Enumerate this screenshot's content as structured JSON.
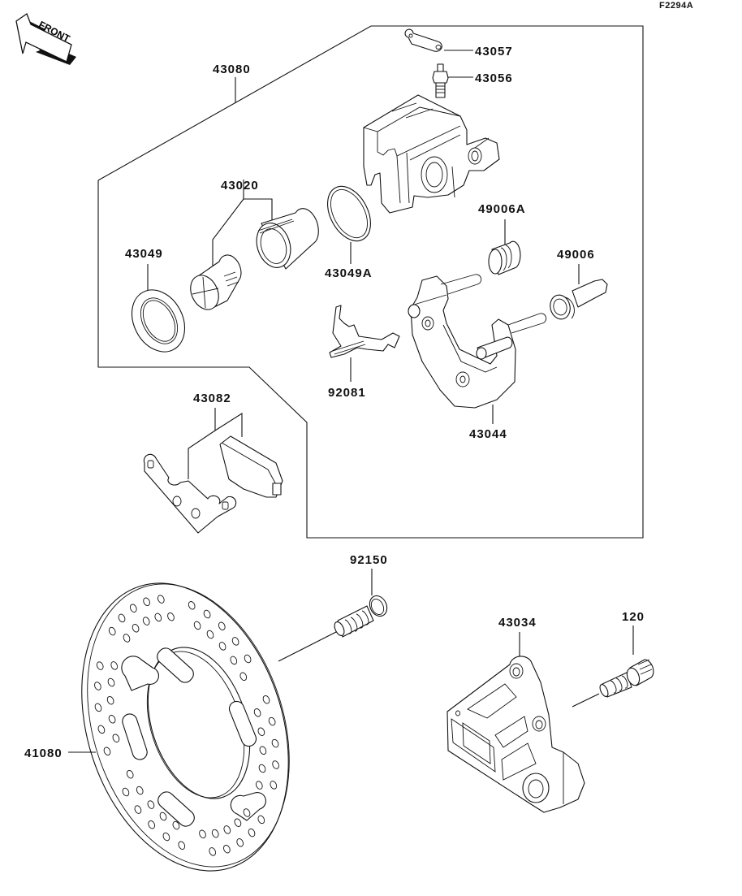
{
  "diagram": {
    "code": "F2294A",
    "front_indicator": "FRONT",
    "labels": {
      "assembly_caliper": "43080",
      "bleeder_cap": "43057",
      "bleeder_valve": "43056",
      "piston": "43020",
      "seal_dust": "43049",
      "seal_piston": "43049A",
      "boot_a": "49006A",
      "boot": "49006",
      "spring": "92081",
      "holder": "43044",
      "pad_set": "43082",
      "bolt_disc": "92150",
      "bracket": "43034",
      "bolt_bracket": "120",
      "disc": "41080"
    }
  }
}
